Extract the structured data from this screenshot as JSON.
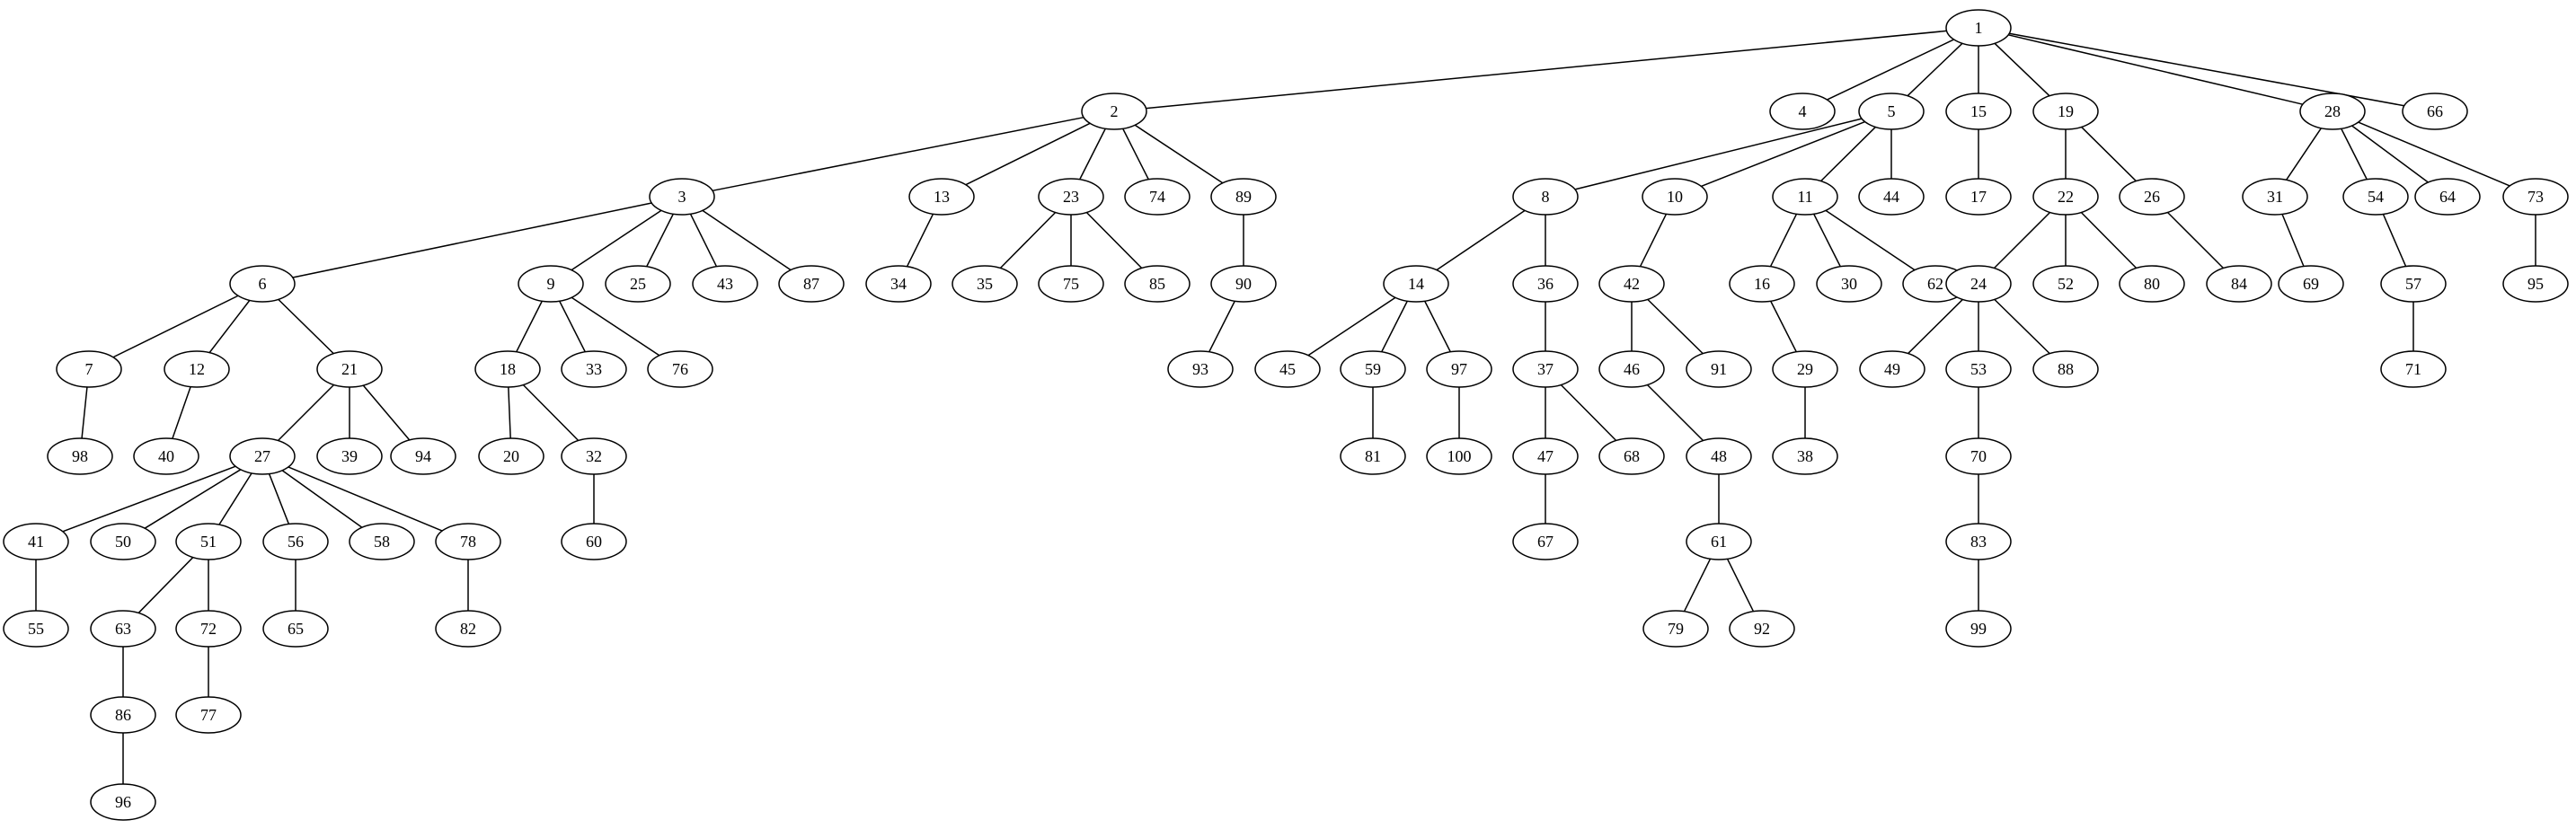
{
  "nodes": [
    "1",
    "2",
    "4",
    "5",
    "15",
    "19",
    "28",
    "66",
    "3",
    "13",
    "23",
    "74",
    "89",
    "8",
    "10",
    "11",
    "44",
    "17",
    "22",
    "26",
    "31",
    "54",
    "64",
    "73",
    "6",
    "9",
    "25",
    "43",
    "87",
    "34",
    "35",
    "75",
    "85",
    "90",
    "14",
    "36",
    "42",
    "16",
    "30",
    "62",
    "24",
    "52",
    "80",
    "84",
    "69",
    "57",
    "95",
    "7",
    "12",
    "21",
    "18",
    "33",
    "76",
    "93",
    "45",
    "59",
    "97",
    "37",
    "46",
    "91",
    "29",
    "49",
    "53",
    "88",
    "71",
    "98",
    "40",
    "27",
    "39",
    "94",
    "20",
    "32",
    "81",
    "100",
    "47",
    "68",
    "48",
    "38",
    "70",
    "41",
    "50",
    "51",
    "56",
    "58",
    "78",
    "60",
    "67",
    "61",
    "83",
    "55",
    "63",
    "72",
    "65",
    "82",
    "79",
    "92",
    "99",
    "86",
    "77",
    "96"
  ],
  "edges": [
    [
      "1",
      "2"
    ],
    [
      "1",
      "4"
    ],
    [
      "1",
      "5"
    ],
    [
      "1",
      "15"
    ],
    [
      "1",
      "19"
    ],
    [
      "1",
      "28"
    ],
    [
      "1",
      "66"
    ],
    [
      "2",
      "3"
    ],
    [
      "2",
      "13"
    ],
    [
      "2",
      "23"
    ],
    [
      "2",
      "74"
    ],
    [
      "2",
      "89"
    ],
    [
      "5",
      "8"
    ],
    [
      "5",
      "10"
    ],
    [
      "5",
      "11"
    ],
    [
      "5",
      "44"
    ],
    [
      "15",
      "17"
    ],
    [
      "19",
      "22"
    ],
    [
      "19",
      "26"
    ],
    [
      "28",
      "31"
    ],
    [
      "28",
      "54"
    ],
    [
      "28",
      "64"
    ],
    [
      "28",
      "73"
    ],
    [
      "3",
      "6"
    ],
    [
      "3",
      "9"
    ],
    [
      "3",
      "25"
    ],
    [
      "3",
      "43"
    ],
    [
      "3",
      "87"
    ],
    [
      "13",
      "34"
    ],
    [
      "23",
      "35"
    ],
    [
      "23",
      "75"
    ],
    [
      "23",
      "85"
    ],
    [
      "89",
      "90"
    ],
    [
      "8",
      "14"
    ],
    [
      "8",
      "36"
    ],
    [
      "10",
      "42"
    ],
    [
      "11",
      "16"
    ],
    [
      "11",
      "30"
    ],
    [
      "11",
      "62"
    ],
    [
      "22",
      "24"
    ],
    [
      "22",
      "52"
    ],
    [
      "22",
      "80"
    ],
    [
      "26",
      "84"
    ],
    [
      "31",
      "69"
    ],
    [
      "54",
      "57"
    ],
    [
      "73",
      "95"
    ],
    [
      "6",
      "7"
    ],
    [
      "6",
      "12"
    ],
    [
      "6",
      "21"
    ],
    [
      "9",
      "18"
    ],
    [
      "9",
      "33"
    ],
    [
      "9",
      "76"
    ],
    [
      "90",
      "93"
    ],
    [
      "14",
      "45"
    ],
    [
      "14",
      "59"
    ],
    [
      "14",
      "97"
    ],
    [
      "36",
      "37"
    ],
    [
      "42",
      "46"
    ],
    [
      "42",
      "91"
    ],
    [
      "16",
      "29"
    ],
    [
      "24",
      "49"
    ],
    [
      "24",
      "53"
    ],
    [
      "24",
      "88"
    ],
    [
      "57",
      "71"
    ],
    [
      "7",
      "98"
    ],
    [
      "12",
      "40"
    ],
    [
      "21",
      "27"
    ],
    [
      "21",
      "39"
    ],
    [
      "21",
      "94"
    ],
    [
      "18",
      "20"
    ],
    [
      "18",
      "32"
    ],
    [
      "59",
      "81"
    ],
    [
      "97",
      "100"
    ],
    [
      "37",
      "47"
    ],
    [
      "37",
      "68"
    ],
    [
      "46",
      "48"
    ],
    [
      "29",
      "38"
    ],
    [
      "53",
      "70"
    ],
    [
      "27",
      "41"
    ],
    [
      "27",
      "50"
    ],
    [
      "27",
      "51"
    ],
    [
      "27",
      "56"
    ],
    [
      "27",
      "58"
    ],
    [
      "27",
      "78"
    ],
    [
      "32",
      "60"
    ],
    [
      "47",
      "67"
    ],
    [
      "48",
      "61"
    ],
    [
      "70",
      "83"
    ],
    [
      "41",
      "55"
    ],
    [
      "51",
      "63"
    ],
    [
      "51",
      "72"
    ],
    [
      "56",
      "65"
    ],
    [
      "78",
      "82"
    ],
    [
      "61",
      "79"
    ],
    [
      "61",
      "92"
    ],
    [
      "83",
      "99"
    ],
    [
      "63",
      "86"
    ],
    [
      "72",
      "77"
    ],
    [
      "86",
      "96"
    ]
  ]
}
